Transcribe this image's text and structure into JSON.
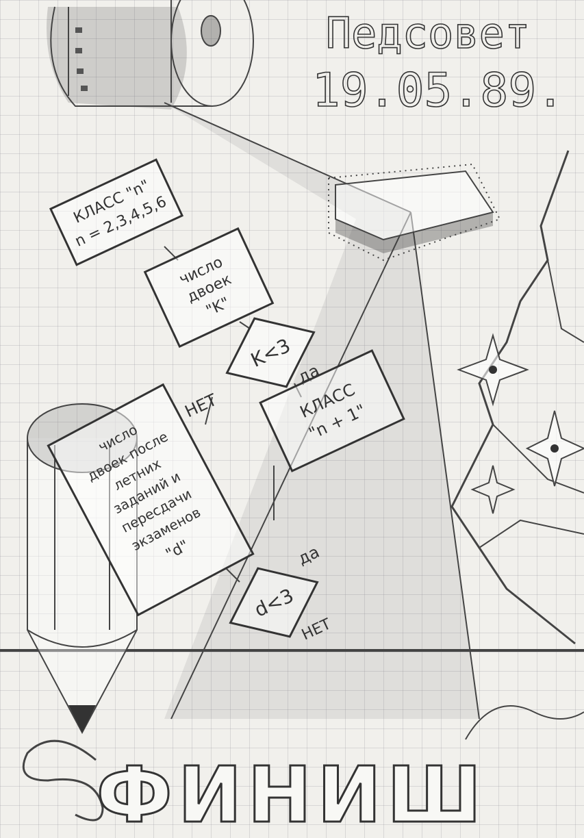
{
  "header": {
    "title": "Педсовет",
    "date": "19.05.89."
  },
  "flowchart": {
    "start_box": {
      "line1": "КЛАСС \"n\"",
      "line2": "n = 2,3,4,5,6"
    },
    "count_box": {
      "line1": "число",
      "line2": "двоек",
      "line3": "\"K\""
    },
    "decision1": {
      "condition": "K<3",
      "yes": "да",
      "no": "НЕТ"
    },
    "next_class_box": {
      "line1": "КЛАСС",
      "line2": "\"n + 1\""
    },
    "summer_box": {
      "line1": "число",
      "line2": "двоек после",
      "line3": "летних",
      "line4": "заданий и",
      "line5": "пересдачи",
      "line6": "экзаменов",
      "line7": "\"d\""
    },
    "decision2": {
      "condition": "d<3",
      "yes": "да",
      "no": "НЕТ"
    }
  },
  "footer": {
    "finish": "ФИНИШ"
  }
}
